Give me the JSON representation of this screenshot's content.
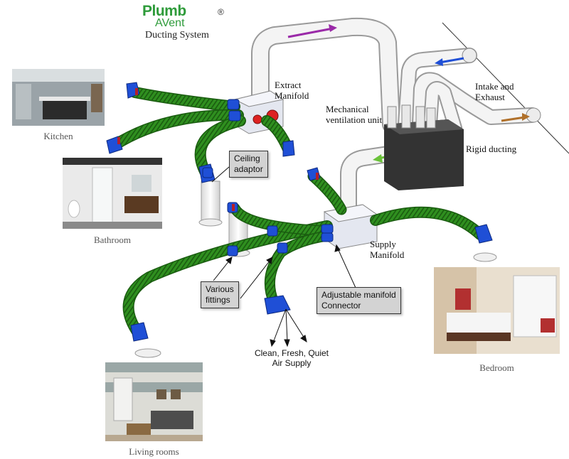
{
  "brand": {
    "name_top": "Plumb",
    "name_bottom": "AVent",
    "registered": "®",
    "subtitle": "Ducting System"
  },
  "labels": {
    "extract_manifold": "Extract\nManifold",
    "mechanical_unit": "Mechanical\nventilation unit",
    "intake_exhaust": "Intake and\nExhaust",
    "rigid_ducting": "Rigid ducting",
    "supply_manifold": "Supply\nManifold",
    "clean_air": "Clean, Fresh, Quiet\nAir Supply"
  },
  "callouts": {
    "ceiling_adaptor": "Ceiling\nadaptor",
    "various_fittings": "Various\nfittings",
    "adjustable_connector": "Adjustable manifold\nConnector"
  },
  "rooms": {
    "kitchen": "Kitchen",
    "bathroom": "Bathroom",
    "bedroom": "Bedroom",
    "living": "Living rooms"
  },
  "colors": {
    "flex_duct": "#2f8f1f",
    "fitting_blue": "#1f4fd6",
    "rigid_duct": "#f2f2f2",
    "arrow_purple": "#9a2aa8",
    "arrow_blue": "#1f4fd6",
    "arrow_green": "#6bc23a",
    "arrow_brown": "#b0702a",
    "brand_green": "#2e9b3a"
  }
}
